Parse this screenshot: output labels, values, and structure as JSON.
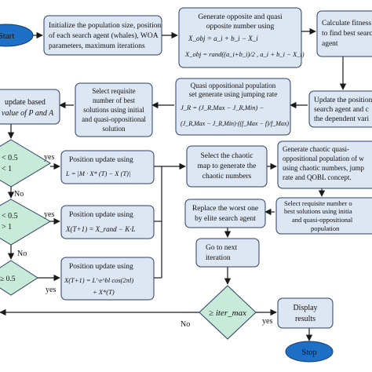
{
  "nodes": {
    "start": {
      "label": "Start"
    },
    "init": {
      "lines": [
        "Initialize the population size, position",
        "of each search agent (whales), WOA",
        "parameters, maximum iterations"
      ]
    },
    "opposite": {
      "lines": [
        "Generate opposite and quasi",
        "opposite number using"
      ],
      "eq1": "X_obj = a_i + b_i − X_i",
      "eq2": "X_obj = rand((a_i+b_i)/2 , a_i + b_i − X_i)"
    },
    "fitness": {
      "lines": [
        "Calculate fitness",
        "to find best search",
        "agent"
      ]
    },
    "qopp": {
      "lines": [
        "Quasi oppositional population",
        "set generate using jumping rate"
      ],
      "eq1": "J_R = (J_R,Max − J_R,Min) −",
      "eq2": "(J_R,Max − J_R,Min)·((f_Max − f)/f_Max)"
    },
    "update_pos": {
      "lines": [
        "Update the position",
        "search agent and c",
        "the dependent vari"
      ]
    },
    "select_best": {
      "lines": [
        "Select requisite",
        "number of best",
        "solutions using initial",
        "and quasi-oppositional",
        "solution"
      ]
    },
    "left_update": {
      "lines": [
        "update based",
        "value of P and A"
      ]
    },
    "d1": {
      "lines": [
        "< 0.5",
        "< 1"
      ]
    },
    "d2": {
      "lines": [
        "< 0.5",
        "> 1"
      ]
    },
    "d3": {
      "lines": [
        "≥ 0.5"
      ]
    },
    "pos1": {
      "title": "Position update using",
      "eq": "L = |M · X* (T) − X (T)|"
    },
    "pos2": {
      "title": "Position update using",
      "eq": "X(T+1) = X_rand − K·L"
    },
    "pos3": {
      "title": "Position update using",
      "eq1": "X(T+1) = L'·e^bl cos(2πl)",
      "eq2": "+ X*(T)"
    },
    "chaotic_select": {
      "lines": [
        "Select the chaotic",
        "map to generate the",
        "chaotic numbers"
      ]
    },
    "chaotic_gen": {
      "lines": [
        "Generate chaotic quasi-",
        "oppositional population of w",
        "using chaotic numbers, jump",
        "rate and QOBL concept."
      ]
    },
    "select_best2": {
      "lines": [
        "Select requisite number o",
        "best solutions using initia",
        "and quasi-oppositional",
        "population"
      ]
    },
    "replace": {
      "lines": [
        "Replace the worst one",
        "by elite search agent"
      ]
    },
    "next_iter": {
      "lines": [
        "Go to next",
        "iteration"
      ]
    },
    "d_iter": {
      "label": "≥ iter_max"
    },
    "display": {
      "lines": [
        "Display",
        "results"
      ]
    },
    "stop": {
      "label": "Stop"
    }
  },
  "edge_labels": {
    "yes1": "yes",
    "no1": "No",
    "yes2": "yes",
    "no2": "No",
    "yes3": "yes",
    "no_iter": "No",
    "yes_iter": "yes"
  },
  "colors": {
    "box_fill": "#dde6f3",
    "terminal_fill": "#1e6fc6",
    "decision_fill": "#c8ead9",
    "border": "#2a3f63"
  }
}
